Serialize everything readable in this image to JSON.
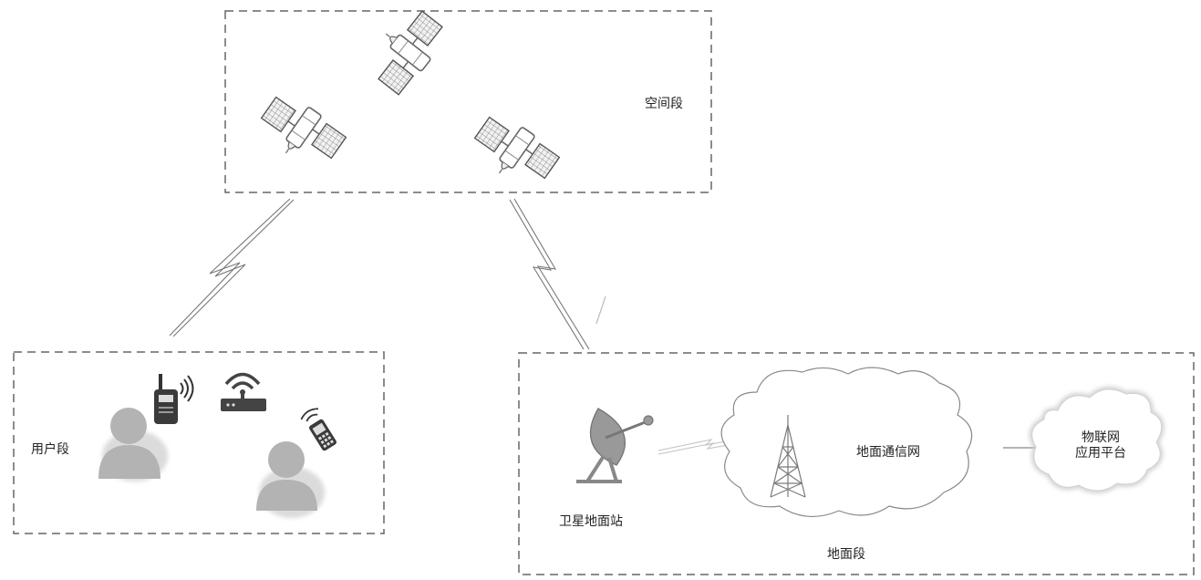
{
  "segments": {
    "space": {
      "label": "空间段"
    },
    "user": {
      "label": "用户段"
    },
    "ground": {
      "label": "地面段"
    }
  },
  "ground_station": {
    "label": "卫星地面站"
  },
  "ground_network": {
    "label": "地面通信网"
  },
  "iot_platform": {
    "line1": "物联网",
    "line2": "应用平台"
  },
  "colors": {
    "box_dash": "#666666",
    "icon_gray": "#8a8a8a",
    "icon_dark": "#3a3a3a",
    "person": "#b5b5b5"
  }
}
